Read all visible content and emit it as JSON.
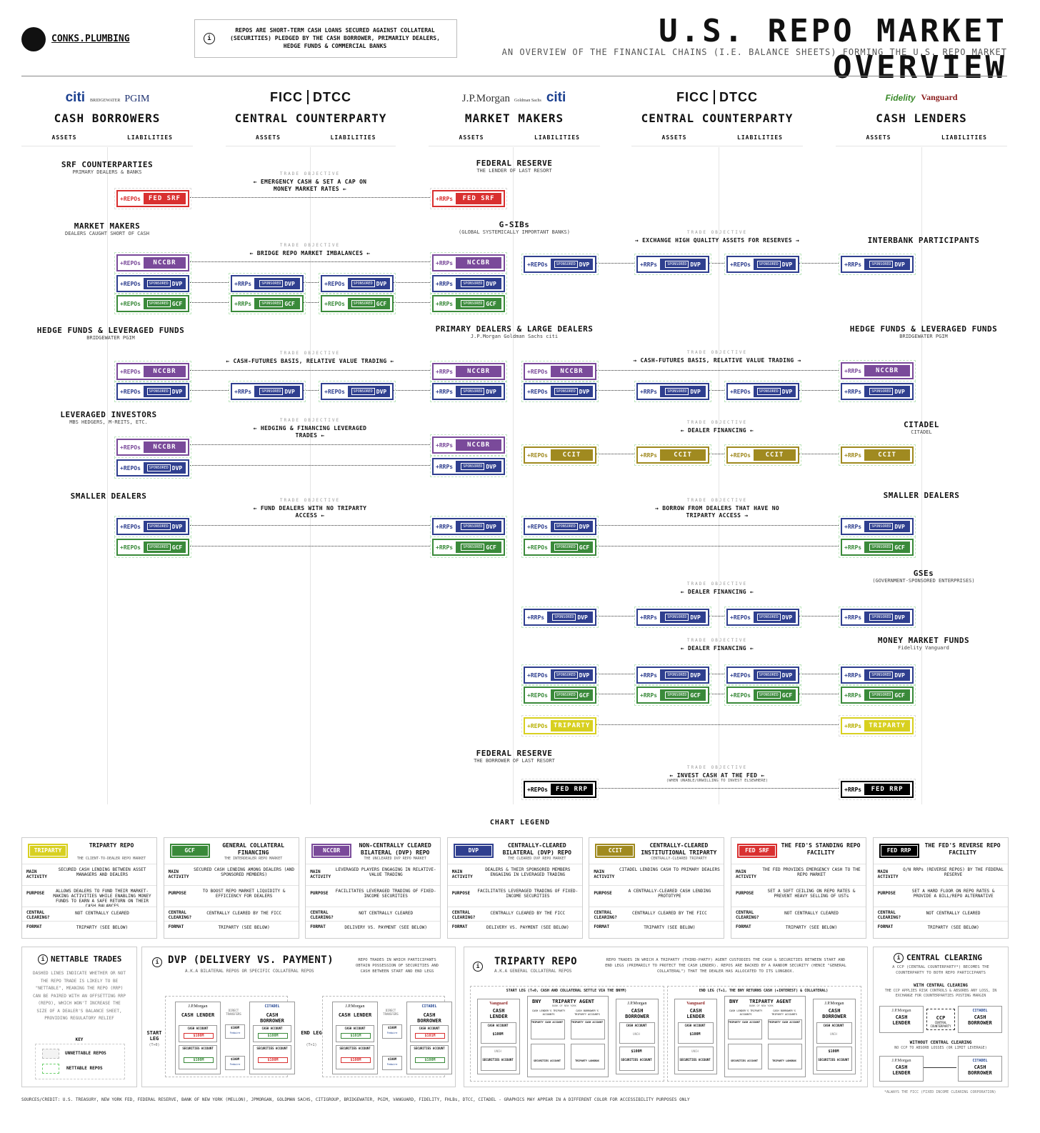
{
  "brand": "CONKS.PLUMBING",
  "intro": "REPOS ARE SHORT-TERM CASH LOANS SECURED AGAINST COLLATERAL (SECURITIES) PLEDGED BY THE CASH BORROWER, PRIMARILY DEALERS, HEDGE FUNDS & COMMERCIAL BANKS",
  "title": "U.S. REPO MARKET OVERVIEW",
  "subtitle": "AN OVERVIEW OF THE FINANCIAL CHAINS (I.E. BALANCE SHEETS) FORMING THE U.S. REPO MARKET",
  "columns": [
    {
      "name": "CASH BORROWERS",
      "logos": [
        "citi",
        "BRIDGEWATER",
        "PGIM"
      ]
    },
    {
      "name": "CENTRAL COUNTERPARTY",
      "logos": [
        "FICC",
        "DTCC"
      ]
    },
    {
      "name": "MARKET MAKERS",
      "logos": [
        "J.P.Morgan",
        "Goldman Sachs",
        "citi"
      ]
    },
    {
      "name": "CENTRAL COUNTERPARTY",
      "logos": [
        "FICC",
        "DTCC"
      ]
    },
    {
      "name": "CASH LENDERS",
      "logos": [
        "Fidelity",
        "Vanguard"
      ]
    }
  ],
  "assets": "ASSETS",
  "liabilities": "LIABILITIES",
  "trade_objective_label": "TRADE OBJECTIVE",
  "groups": {
    "srf": {
      "t": "SRF COUNTERPARTIES",
      "s": "PRIMARY DEALERS & BANKS"
    },
    "mm": {
      "t": "MARKET MAKERS",
      "s": "DEALERS CAUGHT SHORT OF CASH"
    },
    "hf": {
      "t": "HEDGE FUNDS & LEVERAGED FUNDS",
      "s": "BRIDGEWATER  PGIM"
    },
    "li": {
      "t": "LEVERAGED INVESTORS",
      "s": "MBS HEDGERS, M-REITS, ETC."
    },
    "sd": {
      "t": "SMALLER DEALERS"
    },
    "fed1": {
      "t": "FEDERAL RESERVE",
      "s": "THE LENDER OF LAST RESORT"
    },
    "gsib": {
      "t": "G-SIBs",
      "s": "(GLOBAL SYSTEMICALLY IMPORTANT BANKS)"
    },
    "pd": {
      "t": "PRIMARY DEALERS & LARGE DEALERS",
      "s": "J.P.Morgan  Goldman Sachs  citi"
    },
    "fed2": {
      "t": "FEDERAL RESERVE",
      "s": "THE BORROWER OF LAST RESORT"
    },
    "ib": {
      "t": "INTERBANK PARTICIPANTS"
    },
    "hf2": {
      "t": "HEDGE FUNDS & LEVERAGED FUNDS",
      "s": "BRIDGEWATER  PGIM"
    },
    "cit": {
      "t": "CITADEL",
      "s": "CITADEL"
    },
    "sd2": {
      "t": "SMALLER DEALERS"
    },
    "gse": {
      "t": "GSEs",
      "s": "(GOVERNMENT-SPONSORED ENTERPRISES)"
    },
    "mmf": {
      "t": "MONEY MARKET FUNDS",
      "s": "Fidelity  Vanguard"
    }
  },
  "objectives": {
    "o1": "← EMERGENCY CASH & SET A CAP ON MONEY MARKET RATES ←",
    "o2": "← BRIDGE REPO MARKET IMBALANCES ←",
    "o3": "← CASH-FUTURES BASIS, RELATIVE VALUE TRADING ←",
    "o4": "← HEDGING & FINANCING LEVERAGED TRADES ←",
    "o5": "← FUND DEALERS WITH NO TRIPARTY ACCESS ←",
    "o6": "→ EXCHANGE HIGH QUALITY ASSETS FOR RESERVES →",
    "o7": "→ CASH-FUTURES BASIS, RELATIVE VALUE TRADING →",
    "o8": "← DEALER FINANCING ←",
    "o9": "→ BORROW FROM DEALERS THAT HAVE NO TRIPARTY ACCESS →",
    "o10": "← DEALER FINANCING ←",
    "o11": "← DEALER FINANCING ←",
    "o12": "← INVEST CASH AT THE FED ←",
    "o12s": "(WHEN UNABLE/UNWILLING TO INVEST ELSEWHERE)"
  },
  "pill_text": {
    "repos": "+REPOs",
    "rrps": "+RRPs",
    "sponsored": "SPONSORED",
    "nccbr": "NCCBR",
    "dvp": "DVP",
    "gcf": "GCF",
    "ccit": "CCIT",
    "triparty": "TRIPARTY",
    "fedsrf": "FED SRF",
    "fedrrp": "FED RRP"
  },
  "legend_title": "CHART LEGEND",
  "legend_row_labels": [
    "MAIN ACTIVITY",
    "PURPOSE",
    "CENTRAL CLEARING?",
    "FORMAT"
  ],
  "legend": [
    {
      "tag": "TRIPARTY",
      "title": "TRIPARTY REPO",
      "sub": "THE CLIENT-TO-DEALER REPO MARKET",
      "main": "SECURED CASH LENDING BETWEEN ASSET MANAGERS AND DEALERS",
      "purpose": "ALLOWS DEALERS TO FUND THEIR MARKET-MAKING ACTIVITIES WHILE ENABLING MONEY FUNDS TO EARN A SAFE RETURN ON THEIR CASH BALANCES",
      "cc": "NOT CENTRALLY CLEARED",
      "format": "TRIPARTY (SEE BELOW)"
    },
    {
      "tag": "GCF",
      "title": "GENERAL COLLATERAL FINANCING",
      "sub": "THE INTERDEALER REPO MARKET",
      "main": "SECURED CASH LENDING AMONG DEALERS (AND SPONSORED MEMBERS)",
      "purpose": "TO BOOST REPO MARKET LIQUIDITY & EFFICIENCY FOR DEALERS",
      "cc": "CENTRALLY CLEARED BY THE FICC",
      "format": "TRIPARTY (SEE BELOW)"
    },
    {
      "tag": "NCCBR",
      "title": "NON-CENTRALLY CLEARED BILATERAL (DVP) REPO",
      "sub": "THE UNCLEARED DVP REPO MARKET",
      "main": "LEVERAGED PLAYERS ENGAGING IN RELATIVE-VALUE TRADING",
      "purpose": "FACILITATES LEVERAGED TRADING OF FIXED-INCOME SECURITIES",
      "cc": "NOT CENTRALLY CLEARED",
      "format": "DELIVERY VS. PAYMENT (SEE BELOW)"
    },
    {
      "tag": "DVP",
      "title": "CENTRALLY-CLEARED BILATERAL (DVP) REPO",
      "sub": "THE CLEARED DVP REPO MARKET",
      "main": "DEALERS & THEIR SPONSORED MEMBERS ENGAGING IN LEVERAGED TRADING",
      "purpose": "FACILITATES LEVERAGED TRADING OF FIXED-INCOME SECURITIES",
      "cc": "CENTRALLY CLEARED BY THE FICC",
      "format": "DELIVERY VS. PAYMENT (SEE BELOW)"
    },
    {
      "tag": "CCIT",
      "title": "CENTRALLY-CLEARED INSTITUTIONAL TRIPARTY",
      "sub": "CENTRALLY-CLEARED TRIPARTY",
      "main": "CITADEL LENDING CASH TO PRIMARY DEALERS",
      "purpose": "A CENTRALLY-CLEARED CASH LENDING PROTOTYPE",
      "cc": "CENTRALLY CLEARED BY THE FICC",
      "format": "TRIPARTY (SEE BELOW)"
    },
    {
      "tag": "FED SRF",
      "title": "THE FED'S STANDING REPO FACILITY",
      "sub": "",
      "main": "THE FED PROVIDES EMERGENCY CASH TO THE REPO MARKET",
      "purpose": "SET A SOFT CEILING ON REPO RATES & PREVENT HEAVY SELLING OF USTs",
      "cc": "NOT CENTRALLY CLEARED",
      "format": "TRIPARTY (SEE BELOW)"
    },
    {
      "tag": "FED RRP",
      "title": "THE FED'S REVERSE REPO FACILITY",
      "sub": "",
      "main": "O/N RRPs (REVERSE REPOS) BY THE FEDERAL RESERVE",
      "purpose": "SET A HARD FLOOR ON REPO RATES & PROVIDE A BILL/REPO ALTERNATIVE",
      "cc": "NOT CENTRALLY CLEARED",
      "format": "TRIPARTY (SEE BELOW)"
    }
  ],
  "nettable": {
    "title": "NETTABLE TRADES",
    "body": "DASHED LINES INDICATE WHETHER OR NOT THE REPO TRADE IS LIKELY TO BE \"NETTABLE\", MEANING THE REPO (RRP) CAN BE PAIRED WITH AN OFFSETTING RRP (REPO), WHICH WON'T INCREASE THE SIZE OF A DEALER'S BALANCE SHEET, PROVIDING REGULATORY RELIEF",
    "key": "KEY",
    "k1": "UNNETTABLE REPOS",
    "k2": "NETTABLE REPOS"
  },
  "dvp": {
    "title": "DVP (DELIVERY VS. PAYMENT)",
    "sub": "A.K.A BILATERAL REPOS OR SPECIFIC COLLATERAL REPOS",
    "desc": "REPO TRADES IN WHICH PARTICIPANTS OBTAIN POSSESSION OF SECURITIES AND CASH BETWEEN START AND END LEGS",
    "start": "START LEG",
    "startt": "(T+0)",
    "end": "END LEG",
    "endt": "(T+1)",
    "lender": "CASH LENDER",
    "borrower": "CASH BORROWER",
    "direct": "DIRECT TRANSFERS",
    "cash": "CASH ACCOUNT",
    "sec": "SECURITIES ACCOUNT",
    "amt": "$100M",
    "amt2": "$101M",
    "jpm": "J.P.Morgan",
    "cit": "CITADEL",
    "fed": "Fedwire"
  },
  "tri": {
    "title": "TRIPARTY REPO",
    "sub": "A.K.A GENERAL COLLATERAL REPOS",
    "desc": "REPO TRADES IN WHICH A TRIPARTY (THIRD-PARTY) AGENT CUSTODIES THE CASH & SECURITIES BETWEEN START AND END LEGS (PRIMARILY TO PROTECT THE CASH LENDER). REPOS ARE BACKED BY A RANDOM SECURITY (HENCE \"GENERAL COLLATERAL\") THAT THE DEALER HAS ALLOCATED TO ITS LONGBOX.",
    "start": "START LEG (T+0, CASH AND COLLATERAL SETTLE VIA THE BNYM)",
    "end": "END LEG (T+1, THE BNY RETURNS CASH (+INTEREST) & COLLATERAL)",
    "agent": "TRIPARTY AGENT",
    "bny": "BNY",
    "bnys": "BANK OF NEW YORK",
    "lender": "CASH LENDER",
    "borrower": "CASH BORROWER",
    "van": "Vanguard",
    "jpm": "J.P.Morgan",
    "cash": "CASH ACCOUNT",
    "sec": "SECURITIES ACCOUNT",
    "ta1": "CASH LENDER'S TRIPARTY ACCOUNTS",
    "ta2": "CASH BORROWER'S TRIPARTY ACCOUNTS",
    "tcash": "TRIPARTY CASH ACCOUNT",
    "tsec": "SECURITIES ACCOUNT",
    "long": "TRIPARTY LONGBOX",
    "amt": "$100M",
    "unch": "UNCH"
  },
  "cc": {
    "title": "CENTRAL CLEARING",
    "desc": "A CCP (CENTRAL COUNTERPARTY*) BECOMES THE COUNTERPARTY TO BOTH REPO PARTICIPANTS",
    "with": "WITH CENTRAL CLEARING",
    "withs": "THE CCP APPLIES RISK CONTROLS & ABSORBS ANY LOSS, IN EXCHANGE FOR COUNTERPARTIES POSTING MARGIN",
    "without": "WITHOUT CENTRAL CLEARING",
    "withouts": "NO CCP TO ABSORB LOSSES (OR LIMIT LEVERAGE)",
    "lender": "CASH LENDER",
    "borrower": "CASH BORROWER",
    "ccp": "CCP",
    "ccps": "CENTRAL COUNTERPARTY",
    "jpm": "J.P.Morgan",
    "cit": "CITADEL",
    "fn": "*ALWAYS THE FICC (FIXED INCOME CLEARING CORPORATION)"
  },
  "sources": "SOURCES/CREDIT: U.S. TREASURY, NEW YORK FED, FEDERAL RESERVE, BANK OF NEW YORK (MELLON), JPMORGAN, GOLDMAN SACHS, CITIGROUP, BRIDGEWATER, PGIM, VANGUARD, FIDELITY, FHLBs, DTCC, CITADEL - GRAPHICS MAY APPEAR IN A DIFFERENT COLOR FOR ACCESSIBILITY PURPOSES ONLY",
  "colors": {
    "nccbr": "#7a4a9a",
    "dvp": "#2f3f8f",
    "gcf": "#3a8a3a",
    "fed": "#d93030",
    "ccit": "#a08a20",
    "triparty": "#d8d020"
  }
}
